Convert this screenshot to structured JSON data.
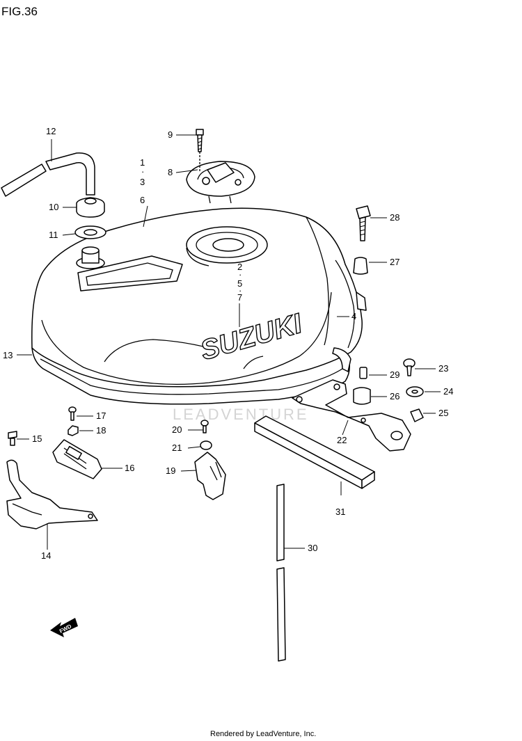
{
  "figure_label": "FIG.36",
  "watermark": "LEADVENTURE",
  "brand_mark": "SUZUKI",
  "direction_label": "FWD",
  "footer": "Rendered by LeadVenture, Inc.",
  "callouts": {
    "p1": "1",
    "p2": "2",
    "p3": "3",
    "p4": "4",
    "p5": "5",
    "p6": "6",
    "p7": "7",
    "p8": "8",
    "p9": "9",
    "p10": "10",
    "p11": "11",
    "p12": "12",
    "p13": "13",
    "p14": "14",
    "p15": "15",
    "p16": "16",
    "p17": "17",
    "p18": "18",
    "p19": "19",
    "p20": "20",
    "p21": "21",
    "p22": "22",
    "p23": "23",
    "p24": "24",
    "p25": "25",
    "p26": "26",
    "p27": "27",
    "p28": "28",
    "p29": "29",
    "p30": "30",
    "p31": "31"
  }
}
